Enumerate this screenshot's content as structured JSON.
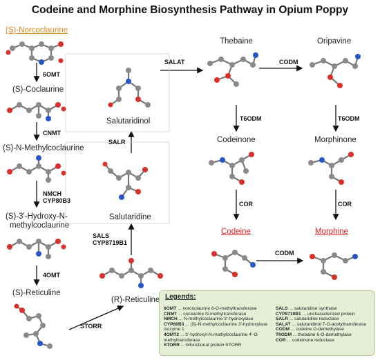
{
  "title": "Codeine and Morphine Biosynthesis Pathway in Opium Poppy",
  "compounds": {
    "s_norcoclaurine": "(S)-Norcoclaurine",
    "s_coclaurine": "(S)-Coclaurine",
    "s_n_methylcoclaurine": "(S)-N-Methylcoclaurine",
    "s_3_hydroxy_line1": "(S)-3'-Hydroxy-N-",
    "s_3_hydroxy_line2": "methylcoclaurine",
    "s_reticuline": "(S)-Reticuline",
    "r_reticuline": "(R)-Reticuline",
    "salutaridine": "Salutaridine",
    "salutaridinol": "Salutaridinol",
    "thebaine": "Thebaine",
    "oripavine": "Oripavine",
    "codeinone": "Codeinone",
    "morphinone": "Morphinone",
    "codeine": "Codeine",
    "morphine": "Morphine"
  },
  "enzymes": {
    "e_6omt": "6OMT",
    "e_cnmt": "CNMT",
    "e_nmch_1": "NMCH",
    "e_nmch_2": "CYP80B3",
    "e_4omt": "4OMT",
    "e_storr": "STORR",
    "e_sals_1": "SALS",
    "e_sals_2": "CYP8719B1",
    "e_salr": "SALR",
    "e_salat": "SALAT",
    "e_codm": "CODM",
    "e_t6odm_1": "T6ODM",
    "e_t6odm_2": "T6ODM",
    "e_cor_1": "COR",
    "e_cor_2": "COR",
    "e_codm_2": "CODM"
  },
  "legend": {
    "title": "Legends:",
    "left": [
      {
        "abbr": "6OMT",
        "desc": " ... norcoclaurine 6-O-methyltransferase"
      },
      {
        "abbr": "CNMT",
        "desc": " ... coclaurine N-methyltransferase"
      },
      {
        "abbr": "NMCH",
        "desc": " ... N-methylcoclaurine 3'-hydroxylase"
      },
      {
        "abbr": "CYP80B3",
        "desc": " ... (S)-N-methylcoclaurine 3'-hydroxylase isozyme 1"
      },
      {
        "abbr": "4OMT2",
        "desc": " ... 3'-hydroxyl-N-methylcoclaurine 4'-O-methyltransferase"
      },
      {
        "abbr": "STORR",
        "desc": " ... bifunctional protein STORR"
      }
    ],
    "right": [
      {
        "abbr": "SALS",
        "desc": " ... salutaridine synthase"
      },
      {
        "abbr": "CYP8719B1",
        "desc": " ... uncharacterized protein"
      },
      {
        "abbr": "SALR",
        "desc": " ... salutaridine reductase"
      },
      {
        "abbr": "SALAT",
        "desc": " ... salutaridinol 7-O-acetyltransferase"
      },
      {
        "abbr": "CODM",
        "desc": " ... codeine O-demethylase"
      },
      {
        "abbr": "T6ODM",
        "desc": " ... thebaine 6-O-demethylase"
      },
      {
        "abbr": "COR",
        "desc": " ... codeinone reductase"
      }
    ]
  },
  "colors": {
    "carbon": "#8a8a8a",
    "oxygen": "#d9302c",
    "nitrogen": "#2a55c8",
    "hydrogen": "#f2f2f2",
    "legend_bg": "#e6efd6",
    "highlight_orange": "#e08a1e",
    "highlight_red": "#d22222"
  }
}
